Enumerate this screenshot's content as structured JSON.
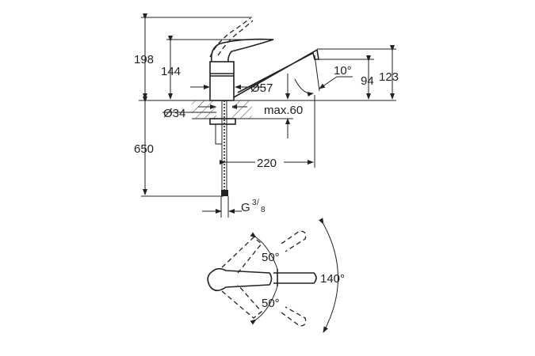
{
  "side_view": {
    "dims": {
      "total_height": "198",
      "handle_height": "144",
      "hose_length": "650",
      "spout_height": "123",
      "outlet_height": "94",
      "outlet_angle": "10°",
      "base_diameter": "Ø57",
      "hole_diameter": "Ø34",
      "max_counter": "max.60",
      "reach": "220",
      "connection": "G",
      "connection_num": "3",
      "connection_den": "8"
    }
  },
  "top_view": {
    "dims": {
      "left_angle_top": "50°",
      "left_angle_bottom": "50°",
      "total_swing": "140°"
    }
  },
  "colors": {
    "line": "#222222",
    "background": "#ffffff"
  }
}
